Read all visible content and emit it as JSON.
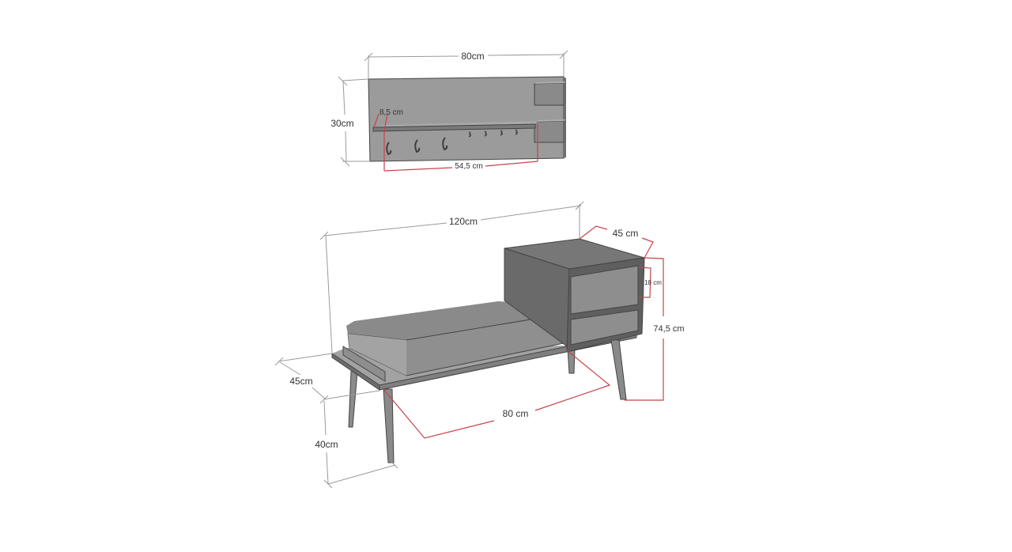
{
  "colors": {
    "background": "#ffffff",
    "surface_light": "#9a9a9a",
    "surface_mid": "#7d7d7d",
    "surface_dark": "#5e5e5e",
    "dimension_line_gray": "#9a9a9a",
    "dimension_line_red": "#c8434a",
    "text": "#333333"
  },
  "wall_shelf": {
    "width_label": "80cm",
    "height_label": "30cm",
    "shelf_depth_label": "8,5 cm",
    "shelf_length_label": "54,5 cm",
    "hook_count_large": 3,
    "hook_count_small": 4
  },
  "bench": {
    "total_width_label": "120cm",
    "cabinet_depth_label": "45 cm",
    "drawer_height_label": "18 cm",
    "cabinet_height_label": "74,5 cm",
    "depth_label": "45cm",
    "seat_height_label": "40cm",
    "seat_length_label": "80 cm",
    "drawer_count": 2
  }
}
